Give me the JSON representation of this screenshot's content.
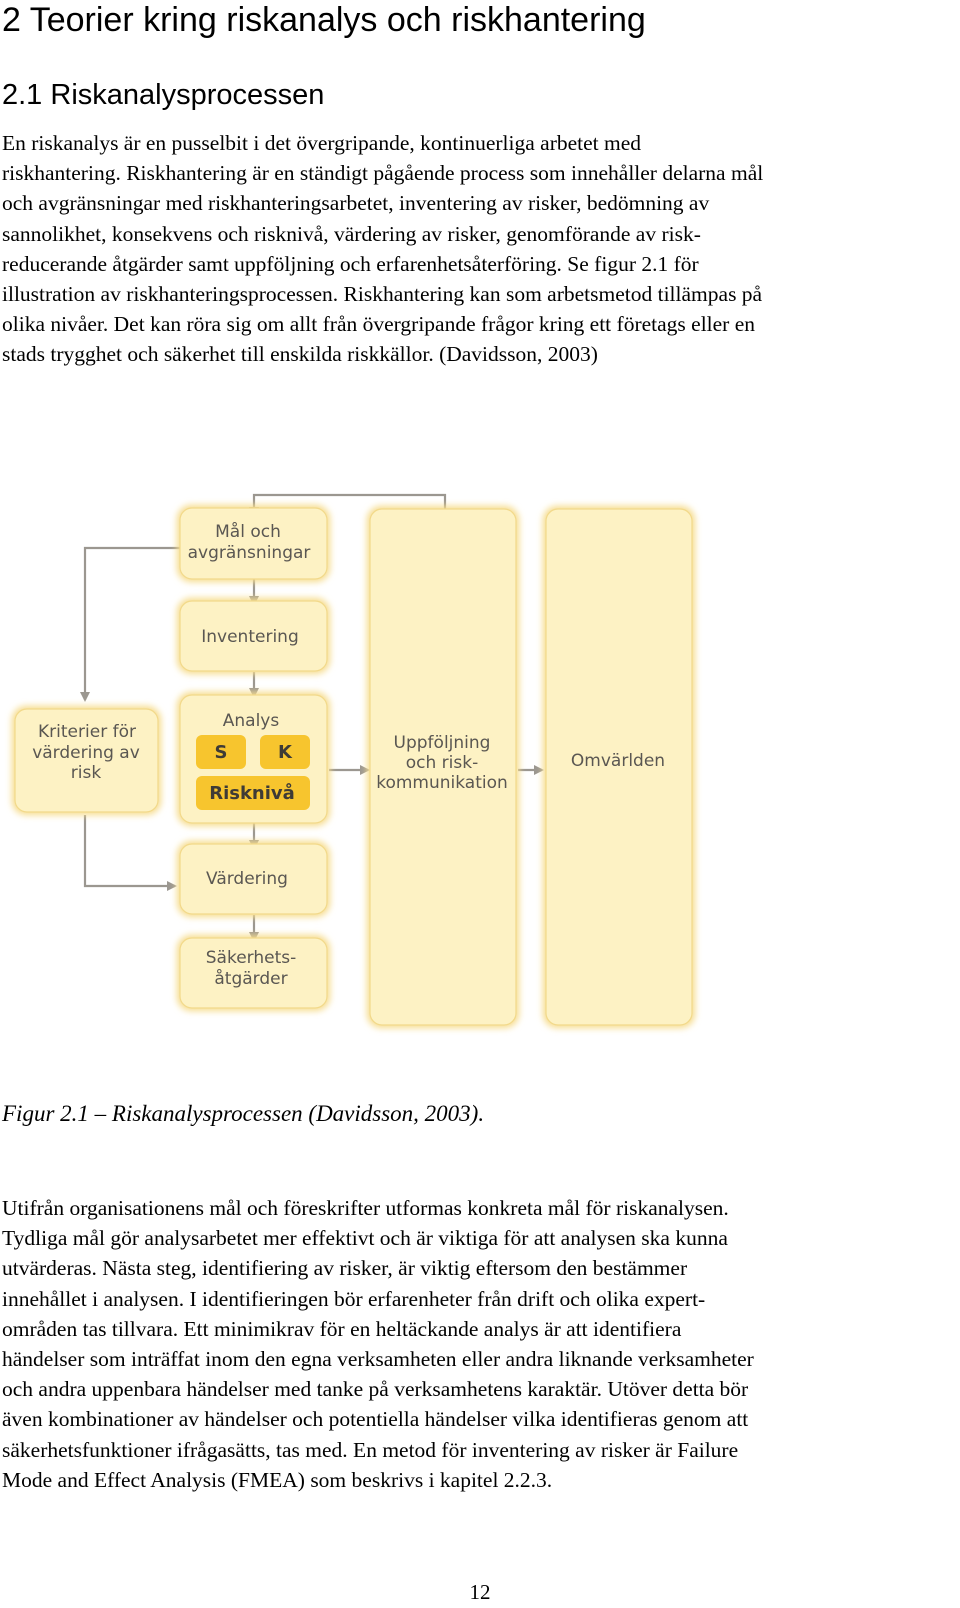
{
  "heading": "2 Teorier kring riskanalys och riskhantering",
  "subheading": "2.1 Riskanalysprocessen",
  "paragraph1_lines": [
    "En riskanalys är en pusselbit i det övergripande, kontinuerliga arbetet med",
    "riskhantering. Riskhantering är en ständigt pågående process som innehåller delarna mål",
    "och avgränsningar med riskhanteringsarbetet, inventering av risker, bedömning av",
    "sannolikhet, konsekvens och risknivå, värdering av risker, genomförande av risk-",
    "reducerande åtgärder samt uppföljning och erfarenhetsåterföring. Se figur 2.1 för",
    "illustration av riskhanteringsprocessen. Riskhantering kan som arbetsmetod tillämpas på",
    "olika nivåer. Det kan röra sig om allt från övergripande frågor kring ett företags eller en",
    "stads trygghet och säkerhet till enskilda riskkällor. (Davidsson, 2003)"
  ],
  "diagram": {
    "colors": {
      "box_fill": "#fdf2c4",
      "box_glow": "#f6dc8c",
      "accent": "#f7c52e",
      "arrow": "#9b9790",
      "text": "#5a5752"
    },
    "boxes": {
      "mal_line1": "Mål och",
      "mal_line2": "avgränsningar",
      "inventering": "Inventering",
      "analys": "Analys",
      "s": "S",
      "k": "K",
      "riskniva": "Risknivå",
      "vardering": "Värdering",
      "sakerhet_line1": "Säkerhets-",
      "sakerhet_line2": "åtgärder",
      "kriterier_line1": "Kriterier för",
      "kriterier_line2": "värdering av",
      "kriterier_line3": "risk",
      "uppfoljning_line1": "Uppföljning",
      "uppfoljning_line2": "och risk-",
      "uppfoljning_line3": "kommunikation",
      "omvarlden": "Omvärlden"
    }
  },
  "caption": "Figur 2.1 – Riskanalysprocessen (Davidsson, 2003).",
  "paragraph2_lines": [
    "Utifrån organisationens mål och föreskrifter utformas konkreta mål för riskanalysen.",
    "Tydliga mål gör analysarbetet mer effektivt och är viktiga för att analysen ska kunna",
    "utvärderas. Nästa steg, identifiering av risker, är viktig eftersom den bestämmer",
    "innehållet i analysen. I identifieringen bör erfarenheter från drift och olika expert-",
    "områden tas tillvara. Ett minimikrav för en heltäckande analys är att identifiera",
    "händelser som inträffat inom den egna verksamheten eller andra liknande verksamheter",
    "och andra uppenbara händelser med tanke på verksamhetens karaktär. Utöver detta bör",
    "även kombinationer av händelser och potentiella händelser vilka identifieras genom att",
    "säkerhetsfunktioner ifrågasätts, tas med. En metod för inventering av risker är Failure",
    "Mode and Effect Analysis (FMEA) som beskrivs i kapitel 2.2.3."
  ],
  "page_number": "12"
}
